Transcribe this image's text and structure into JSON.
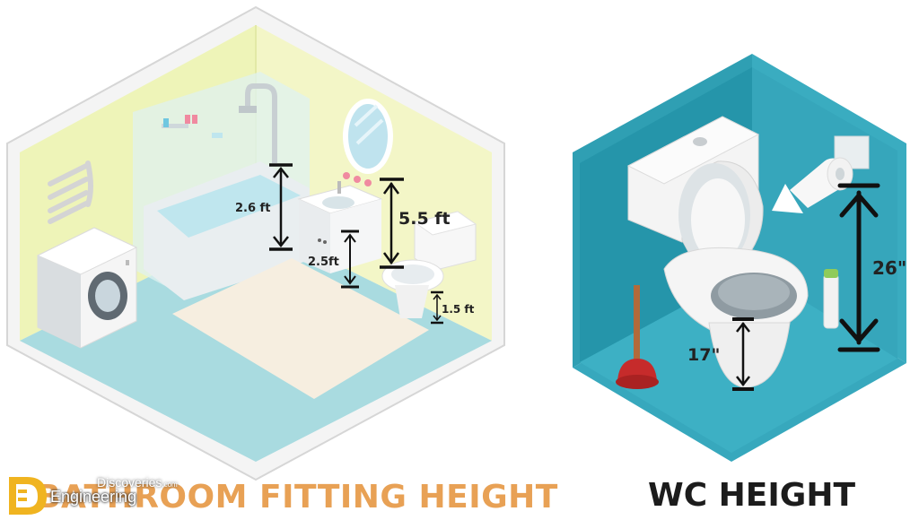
{
  "left_panel": {
    "title": "BATHROOM FITTING HEIGHT",
    "measurements": {
      "shower": "2.6 ft",
      "mirror": "5.5 ft",
      "sink": "2.5ft",
      "toilet": "1.5 ft"
    }
  },
  "right_panel": {
    "title": "WC HEIGHT",
    "measurements": {
      "paper_holder": "26\"",
      "seat": "17\""
    }
  },
  "logo": {
    "top_text": "Discoveries",
    "dot_com": ".com",
    "bottom_text": "Engineering"
  },
  "colors": {
    "wall_yellow": "#eef4b8",
    "floor_blue": "#a9dbe0",
    "wc_teal": "#2f9fb3",
    "title_orange": "#e8a155"
  }
}
